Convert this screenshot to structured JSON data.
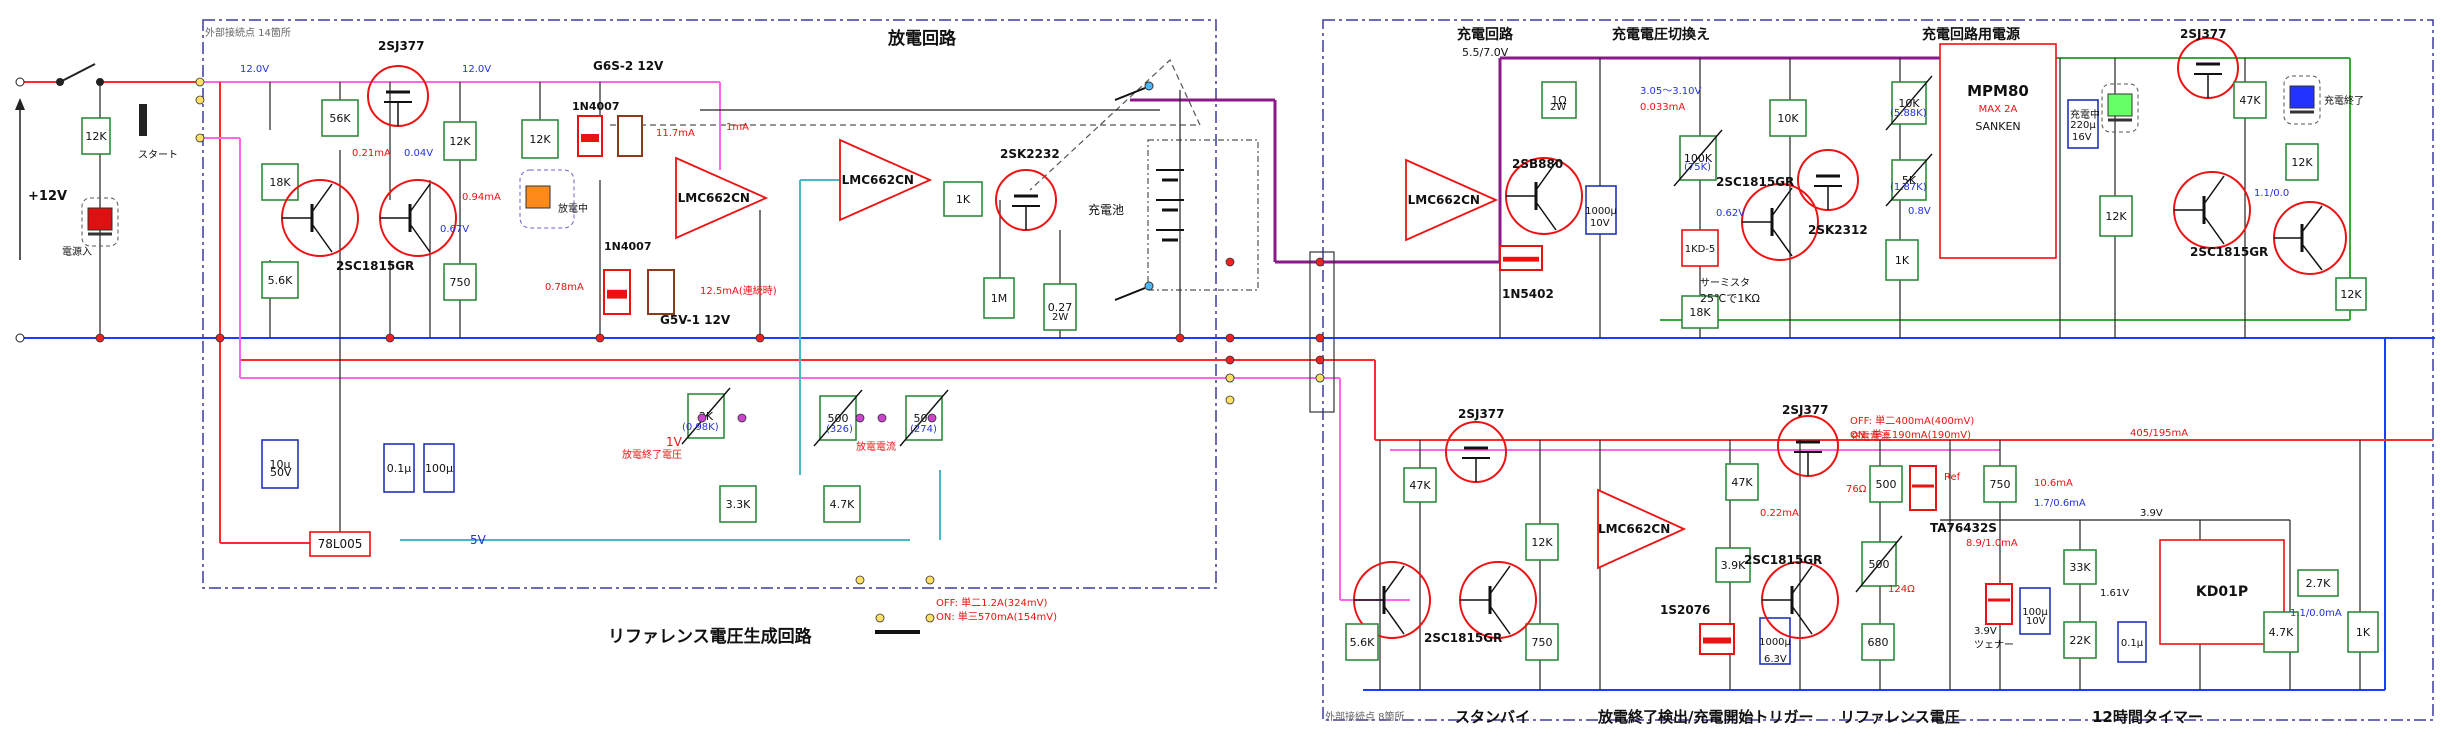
{
  "colors": {
    "wire_red": "#ff2a2a",
    "wire_blue": "#1a3cff",
    "wire_pink": "#ff66ee",
    "wire_cyan": "#4ab8c8",
    "wire_green": "#3aa83a",
    "wire_purple": "#8a1a8a",
    "frame": "#3a3aa0",
    "part_green": "#2e8b3e",
    "part_blue": "#2233bb",
    "part_red": "#ee1111",
    "text_red": "#ee1111",
    "text_blue": "#2233dd",
    "text_black": "#111111"
  },
  "titles": {
    "discharge": "放電回路",
    "reference": "リファレンス電圧生成回路",
    "charge": "充電回路",
    "charge_sub": "5.5/7.0V",
    "charge_switch": "充電電圧切換え",
    "supply": "充電回路用電源",
    "standby": "スタンバイ",
    "detect": "放電終了検出/充電開始トリガー",
    "ref_v": "リファレンス電圧",
    "timer": "12時間タイマー",
    "ext_left": "外部接続点 14箇所",
    "ext_right": "外部接続点 8箇所"
  },
  "left": {
    "v12": "+12V",
    "start": "スタート",
    "power_led": "電源入",
    "r12k": "12K",
    "v12a": "12.0V",
    "v12b": "12.0V",
    "r56k": "56K",
    "r18k": "18K",
    "r56": "5.6K",
    "q_2sj377": "2SJ377",
    "q_2sc1815": "2SC1815GR",
    "i021": "0.21mA",
    "v004": "0.04V",
    "v067": "0.67V",
    "r12k_b": "12K",
    "r750": "750",
    "i094": "0.94mA",
    "i078": "0.78mA",
    "c10u": "10μ",
    "c50v": "50V",
    "c01": "0.1μ",
    "c100": "100μ",
    "reg": "78L005",
    "v5": "5V"
  },
  "mid": {
    "relay1": "G6S-2 12V",
    "diode1": "1N4007",
    "diode2": "1N4007",
    "relay2": "G5V-1 12V",
    "i117": "11.7mA",
    "i1": "1mA",
    "i125": "12.5mA(連続時)",
    "r12k": "12K",
    "led_dis": "放電中",
    "op1": "LMC662CN",
    "op2": "LMC662CN",
    "r1k": "1K",
    "q_2sk": "2SK2232",
    "r1m": "1M",
    "r027": "0.27",
    "r2w": "2W",
    "battery": "充電池",
    "vr2k": "2K",
    "vr2k_v": "(0.98K)",
    "vr500a": "500",
    "vr500a_v": "(326)",
    "vr500b": "500",
    "vr500b_v": "(274)",
    "r33k": "3.3K",
    "r47k": "4.7K",
    "v1": "1V",
    "dis_end": "放電終了電圧",
    "dis_cur": "放電電流",
    "sel_off": "OFF: 単二1.2A(324mV)",
    "sel_on": "ON:  単三570mA(154mV)"
  },
  "right": {
    "r1ohm": "1Ω",
    "r1ohm_w": "2W",
    "op3": "LMC662CN",
    "q_2sb": "2SB880",
    "d_1n5402": "1N5402",
    "v305": "3.05～3.10V",
    "i033": "0.033mA",
    "c1000": "1000μ",
    "c10v": "10V",
    "r10k": "10K",
    "vr100k": "100K",
    "vr100k_v": "(75K)",
    "q_2sc": "2SC1815GR",
    "v062": "0.62V",
    "therm": "1KD-5",
    "therm_note1": "サーミスタ",
    "therm_note2": "25℃で1KΩ",
    "r18k": "18K",
    "vr10k": "10K",
    "vr10k_v": "(5.88K)",
    "vr5k": "5K",
    "vr5k_v": "(1.87K)",
    "q_2sk2312": "2SK2312",
    "v08": "0.8V",
    "r1k": "1K",
    "ic": "MPM80",
    "ic_max": "MAX 2A",
    "ic_maker": "SANKEN",
    "c220": "220μ",
    "c16v": "16V",
    "r12k": "12K",
    "led_chg": "充電中",
    "q_2sj377": "2SJ377",
    "r47k": "47K",
    "led_end": "充電終了",
    "r12k_b": "12K",
    "q_2sc_b": "2SC1815GR",
    "v11": "1.1/0.0",
    "r12k_c": "12K"
  },
  "bottom": {
    "q_2sj_a": "2SJ377",
    "r47k_a": "47K",
    "r12k": "12K",
    "r750": "750",
    "q_2sc_a": "2SC1815GR",
    "r56k": "5.6K",
    "op4": "LMC662CN",
    "r39k": "3.9K",
    "d_1s": "1S2076",
    "c1000": "1000μ",
    "c63": "6.3V",
    "q_2sj_b": "2SJ377",
    "r47k_b": "47K",
    "i022": "0.22mA",
    "q_2sc_b": "2SC1815GR",
    "r500a": "500",
    "r76": "76Ω",
    "r500b": "500",
    "r124": "124Ω",
    "r680": "680",
    "tl": "TA76432S",
    "ref": "Ref",
    "chg_cur": "充電電流",
    "chg_off": "OFF: 単二400mA(400mV)",
    "chg_on": "ON:  単三190mA(190mV)",
    "i405": "405/195mA",
    "r750_b": "750",
    "i106": "10.6mA",
    "i17": "1.7/0.6mA",
    "v39": "3.9V",
    "r33k": "33K",
    "r22k": "22K",
    "v161": "1.61V",
    "c100": "100μ",
    "c10v": "10V",
    "c01": "0.1μ",
    "zener": "3.9V",
    "zener_note": "ツェナー",
    "v89": "8.9/1.0mA",
    "ic": "KD01P",
    "r27k": "2.7K",
    "r47k_c": "4.7K",
    "r1k": "1K",
    "i11": "1.1/0.0mA",
    "v39b": "3.9V",
    "v_i": "1.1/0.0mA"
  }
}
